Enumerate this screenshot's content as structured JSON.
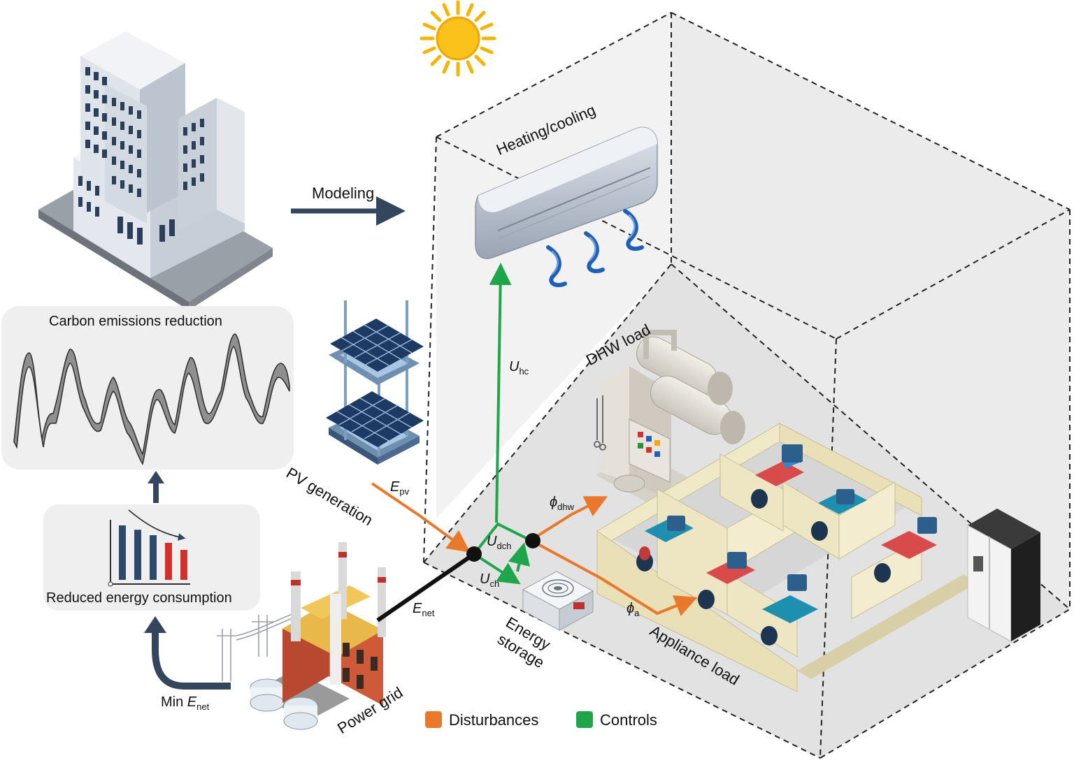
{
  "labels": {
    "modeling": "Modeling",
    "carbon_panel_title": "Carbon emissions reduction",
    "energy_panel_title": "Reduced energy consumption",
    "heating_cooling": "Heating/cooling",
    "dhw_load": "DHW load",
    "pv_generation": "PV generation",
    "energy_storage_line1": "Energy",
    "energy_storage_line2": "storage",
    "appliance_load": "Appliance load",
    "power_grid": "Power grid",
    "min_prefix": "Min ",
    "min_var": "E",
    "min_sub": "net"
  },
  "variables": {
    "u_hc": {
      "main": "U",
      "sub": "hc"
    },
    "u_dch": {
      "main": "U",
      "sub": "dch"
    },
    "u_ch": {
      "main": "U",
      "sub": "ch"
    },
    "e_pv": {
      "main": "E",
      "sub": "pv"
    },
    "e_net": {
      "main": "E",
      "sub": "net"
    },
    "phi_dhw": {
      "main": "ϕ",
      "sub": "dhw"
    },
    "phi_a": {
      "main": "ϕ",
      "sub": "a"
    }
  },
  "legend": [
    {
      "label": "Disturbances",
      "color": "#e9782b"
    },
    {
      "label": "Controls",
      "color": "#1fa64a"
    }
  ],
  "colors": {
    "disturbance": "#e9782b",
    "control": "#1fa64a",
    "grid_line": "#111111",
    "arrow_dark": "#34465e",
    "panel_bg": "#efefef",
    "bar_blue": "#2d4a6b",
    "bar_red": "#d4302b"
  },
  "mini_bars": [
    100,
    92,
    82,
    68,
    55
  ]
}
